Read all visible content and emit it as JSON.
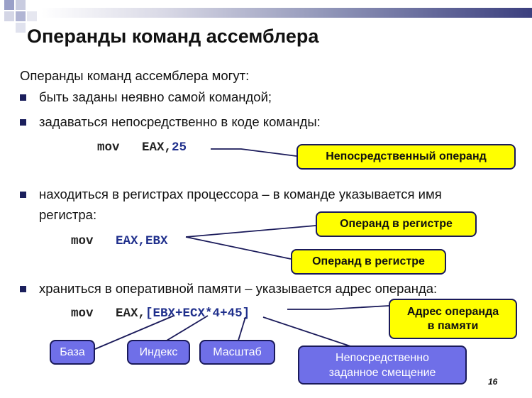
{
  "title": "Операнды команд ассемблера",
  "intro": "Операнды команд ассемблера могут:",
  "bullets": [
    "быть заданы неявно самой командой;",
    "задаваться непосредственно в коде команды:",
    "находиться в регистрах процессора – в команде указывается имя",
    "регистра:",
    "храниться в оперативной памяти – указывается адрес операнда:"
  ],
  "code1": {
    "op": "mov",
    "a": "EAX,",
    "b": "25"
  },
  "code2": {
    "op": "mov",
    "a": "EAX,EBX"
  },
  "code3": {
    "op": "mov",
    "a": "EAX,",
    "b": "[EBX+ECX*4+45]"
  },
  "callouts": {
    "immediate": "Непосредственный операнд",
    "register1": "Операнд в регистре",
    "register2": "Операнд в регистре",
    "memory_line1": "Адрес операнда",
    "memory_line2": "в памяти",
    "base": "База",
    "index": "Индекс",
    "scale": "Масштаб",
    "disp_line1": "Непосредственно",
    "disp_line2": "заданное смещение"
  },
  "page_number": "16",
  "colors": {
    "accent": "#1b1f5c",
    "yellow_box": "#ffff00",
    "blue_box": "#6f6fe8",
    "code_blue": "#1f2f8c"
  }
}
